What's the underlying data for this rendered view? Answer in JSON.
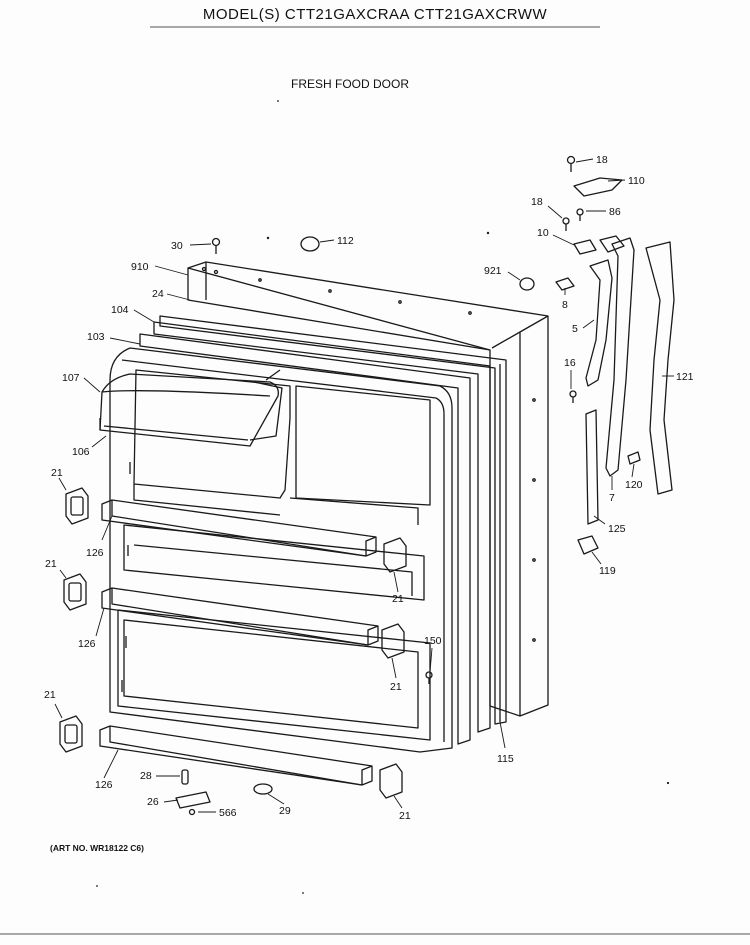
{
  "header": {
    "title": "MODEL(S) CTT21GAXCRAA  CTT21GAXCRWW",
    "subtitle": "FRESH FOOD DOOR"
  },
  "footer": {
    "art_number": "(ART NO. WR18122 C6)"
  },
  "callouts": {
    "c18a": "18",
    "c110": "110",
    "c18b": "18",
    "c86": "86",
    "c10": "10",
    "c30": "30",
    "c112": "112",
    "c910": "910",
    "c921": "921",
    "c24": "24",
    "c8": "8",
    "c104": "104",
    "c103": "103",
    "c5": "5",
    "c16": "16",
    "c107": "107",
    "c121": "121",
    "c106": "106",
    "c120": "120",
    "c7": "7",
    "c21a": "21",
    "c126a": "126",
    "c125": "125",
    "c119": "119",
    "c21b": "21",
    "c21c": "21",
    "c126b": "126",
    "c150": "150",
    "c21d": "21",
    "c21e": "21",
    "c115": "115",
    "c28": "28",
    "c126c": "126",
    "c26": "26",
    "c29": "29",
    "c566": "566",
    "c21f": "21"
  }
}
